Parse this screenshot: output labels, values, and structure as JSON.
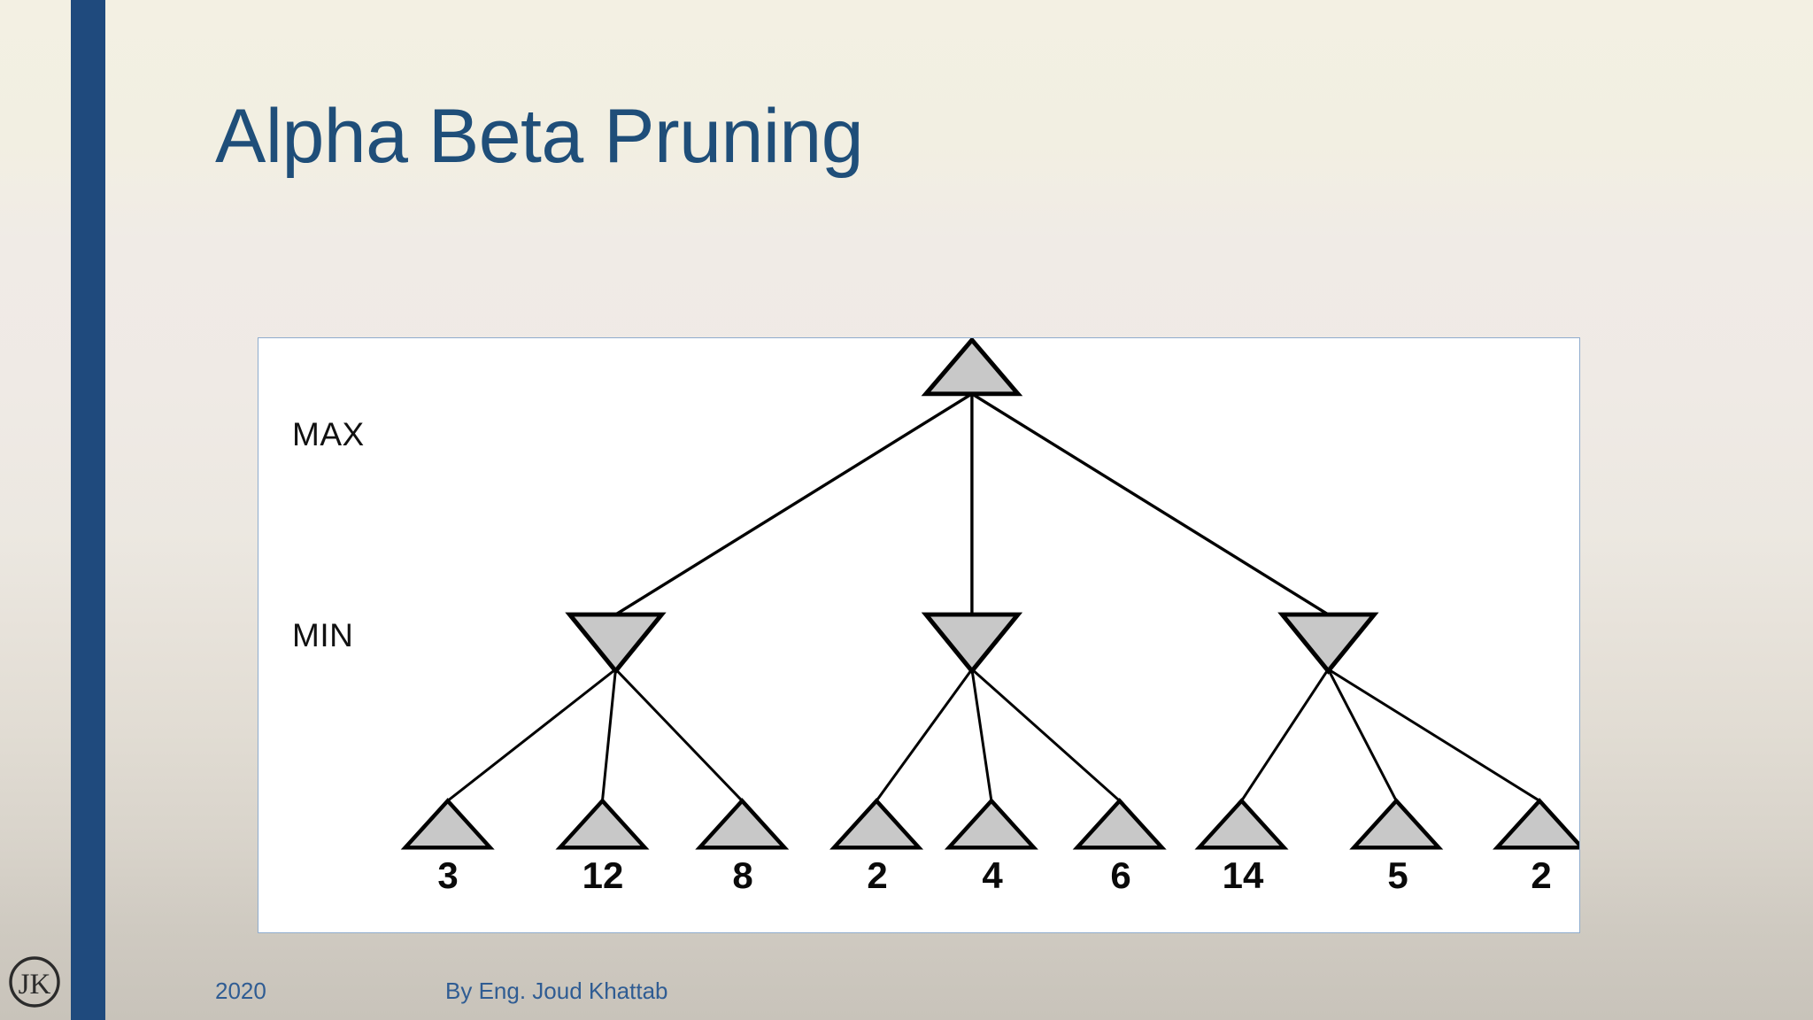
{
  "slide": {
    "title": "Alpha Beta Pruning",
    "title_color": "#1f4e79",
    "accent_bar_color": "#1f4a7d",
    "background_top_color": "#f3f0e3",
    "background_bottom_color": "#c8c3ba"
  },
  "footer": {
    "year": "2020",
    "author": "By Eng. Joud Khattab",
    "text_color": "#2f5c93"
  },
  "logo": {
    "name": "jk-monogram-logo",
    "initials": "JK"
  },
  "diagram": {
    "panel_border_color": "#8faccd",
    "panel_background": "#ffffff",
    "node_fill": "#c8c8c8",
    "node_stroke": "#000000",
    "level_labels": [
      {
        "id": "max",
        "label": "MAX"
      },
      {
        "id": "min",
        "label": "MIN"
      }
    ],
    "root": {
      "id": "root",
      "type": "max",
      "shape": "triangle-up"
    },
    "min_nodes": [
      {
        "id": "min-1",
        "type": "min",
        "shape": "triangle-down"
      },
      {
        "id": "min-2",
        "type": "min",
        "shape": "triangle-down"
      },
      {
        "id": "min-3",
        "type": "min",
        "shape": "triangle-down"
      }
    ],
    "leaves": [
      {
        "id": "leaf-1",
        "value": "3",
        "parent": "min-1"
      },
      {
        "id": "leaf-2",
        "value": "12",
        "parent": "min-1"
      },
      {
        "id": "leaf-3",
        "value": "8",
        "parent": "min-1"
      },
      {
        "id": "leaf-4",
        "value": "2",
        "parent": "min-2"
      },
      {
        "id": "leaf-5",
        "value": "4",
        "parent": "min-2"
      },
      {
        "id": "leaf-6",
        "value": "6",
        "parent": "min-2"
      },
      {
        "id": "leaf-7",
        "value": "14",
        "parent": "min-3"
      },
      {
        "id": "leaf-8",
        "value": "5",
        "parent": "min-3"
      },
      {
        "id": "leaf-9",
        "value": "2",
        "parent": "min-3"
      }
    ]
  },
  "chart_data": {
    "type": "diagram",
    "title": "Alpha Beta Pruning",
    "structure": "minimax-game-tree",
    "levels": [
      "MAX",
      "MIN",
      "leaf"
    ],
    "leaf_values": [
      3,
      12,
      8,
      2,
      4,
      6,
      14,
      5,
      2
    ],
    "branching_factor": 3,
    "depth": 3
  }
}
